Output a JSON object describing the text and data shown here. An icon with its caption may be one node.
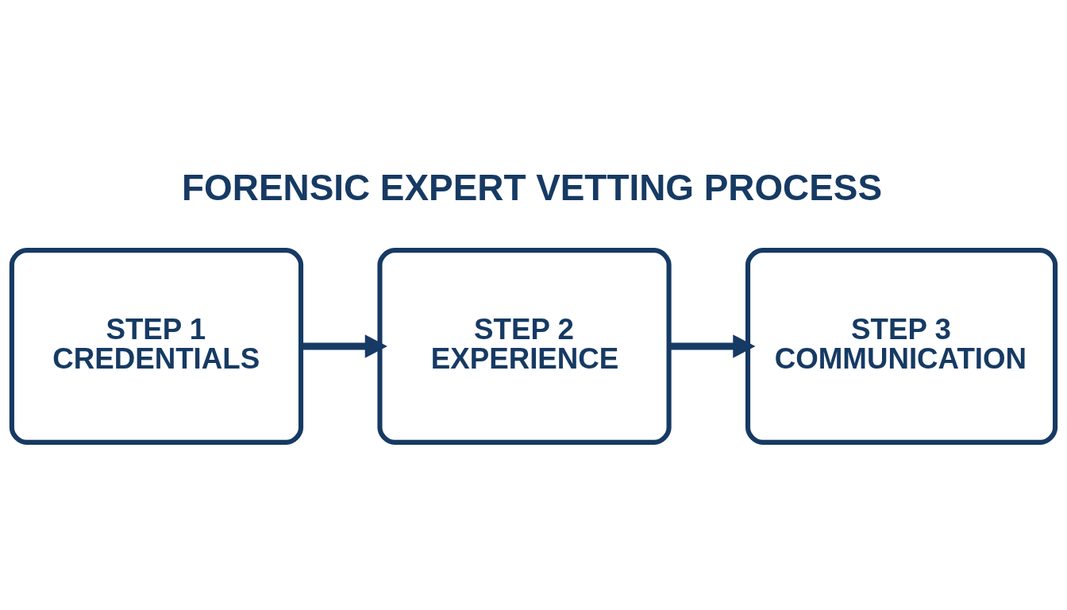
{
  "diagram": {
    "title": "FORENSIC EXPERT VETTING PROCESS",
    "nodes": [
      {
        "text": [
          "STEP 1",
          "CREDENTIALS"
        ]
      },
      {
        "text": [
          "STEP 2",
          "EXPERIENCE"
        ]
      },
      {
        "text": [
          "STEP 3",
          "COMMUNICATION"
        ]
      }
    ],
    "edges": [
      {
        "from": 0,
        "to": 1,
        "arrow": "to"
      },
      {
        "from": 1,
        "to": 2,
        "arrow": "to"
      }
    ]
  }
}
